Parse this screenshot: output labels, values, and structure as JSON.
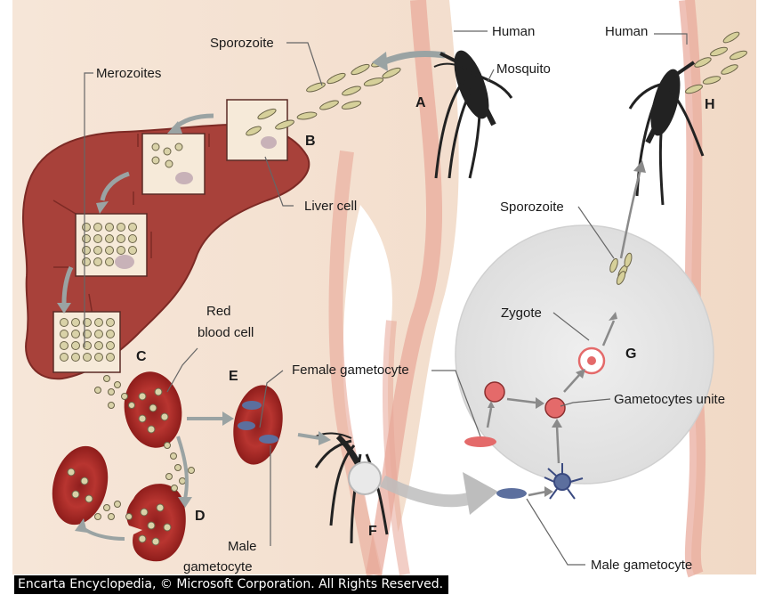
{
  "labels": {
    "human_left": "Human",
    "human_right": "Human",
    "sporozoite_top": "Sporozoite",
    "mosquito": "Mosquito",
    "merozoites": "Merozoites",
    "liver_cell": "Liver cell",
    "red": "Red",
    "blood_cell": "blood cell",
    "female_gametocyte": "Female gametocyte",
    "male": "Male",
    "gametocyte": "gametocyte",
    "sporozoite_mid": "Sporozoite",
    "zygote": "Zygote",
    "gametocytes_unite": "Gametocytes unite",
    "male_gametocyte": "Male gametocyte"
  },
  "stage_letters": {
    "a": "A",
    "b": "B",
    "c": "C",
    "d": "D",
    "e": "E",
    "f": "F",
    "g": "G",
    "h": "H"
  },
  "copyright": "Encarta Encyclopedia, © Microsoft Corporation. All Rights Reserved.",
  "colors": {
    "skin": "#f3dfcf",
    "skin_edge": "#e8a79a",
    "liver": "#a8413a",
    "rbc": "#b0302c",
    "mosquito": "#222222",
    "stomach_circle": "#e4e4e4",
    "gamete_pink": "#e46a6a",
    "gamete_blue": "#5c6f9e"
  }
}
